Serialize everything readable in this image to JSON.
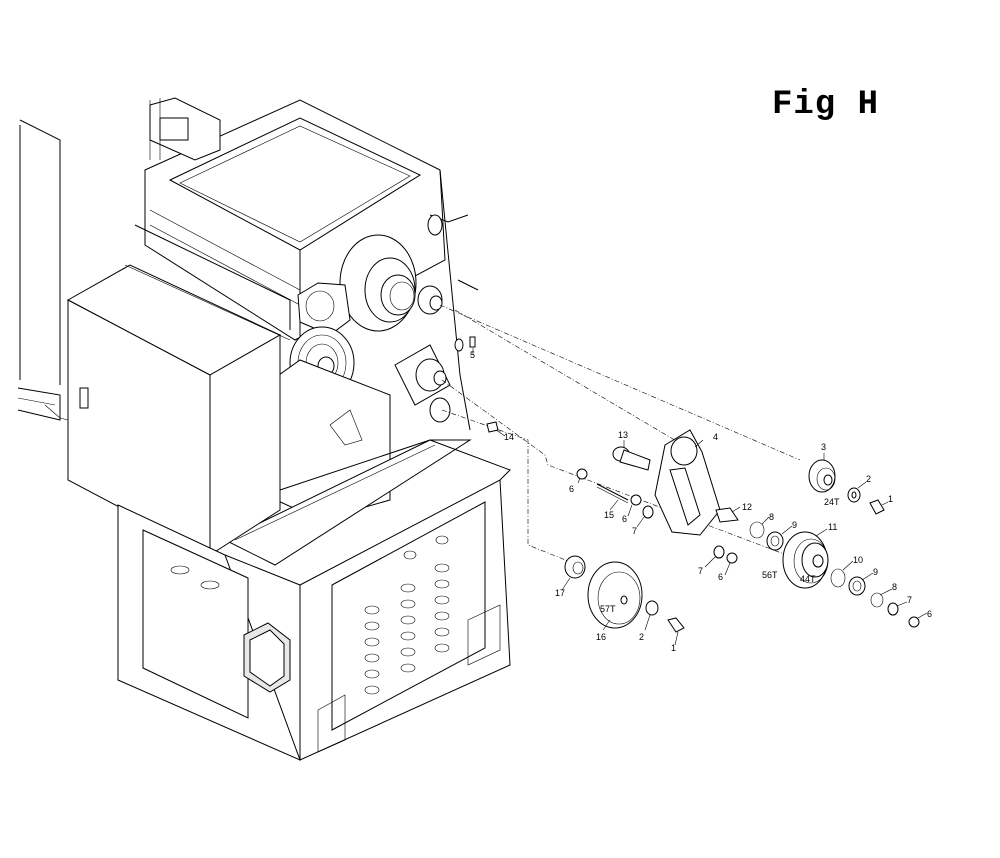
{
  "figure": {
    "title": "Fig H"
  },
  "callouts": [
    {
      "id": "c5",
      "text": "5"
    },
    {
      "id": "c14",
      "text": "14"
    },
    {
      "id": "c13",
      "text": "13"
    },
    {
      "id": "c4",
      "text": "4"
    },
    {
      "id": "c3",
      "text": "3"
    },
    {
      "id": "c2a",
      "text": "2"
    },
    {
      "id": "c24t",
      "text": "24T"
    },
    {
      "id": "c1a",
      "text": "1"
    },
    {
      "id": "c6a",
      "text": "6"
    },
    {
      "id": "c15",
      "text": "15"
    },
    {
      "id": "c6b",
      "text": "6"
    },
    {
      "id": "c7a",
      "text": "7"
    },
    {
      "id": "c12",
      "text": "12"
    },
    {
      "id": "c8a",
      "text": "8"
    },
    {
      "id": "c9a",
      "text": "9"
    },
    {
      "id": "c11",
      "text": "11"
    },
    {
      "id": "c7b",
      "text": "7"
    },
    {
      "id": "c6c",
      "text": "6"
    },
    {
      "id": "c56t",
      "text": "56T"
    },
    {
      "id": "c44t",
      "text": "44T"
    },
    {
      "id": "c10",
      "text": "10"
    },
    {
      "id": "c9b",
      "text": "9"
    },
    {
      "id": "c8b",
      "text": "8"
    },
    {
      "id": "c7c",
      "text": "7"
    },
    {
      "id": "c6d",
      "text": "6"
    },
    {
      "id": "c17",
      "text": "17"
    },
    {
      "id": "c57t",
      "text": "57T"
    },
    {
      "id": "c16",
      "text": "16"
    },
    {
      "id": "c2b",
      "text": "2"
    },
    {
      "id": "c1b",
      "text": "1"
    }
  ]
}
